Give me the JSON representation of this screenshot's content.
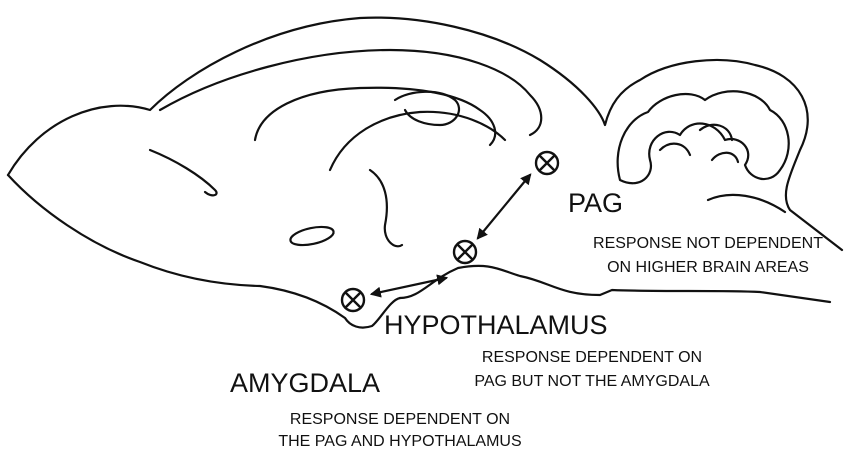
{
  "labels": {
    "pag": {
      "name": "PAG",
      "desc_line1": "RESPONSE NOT DEPENDENT",
      "desc_line2": "ON HIGHER BRAIN AREAS"
    },
    "hypothalamus": {
      "name": "HYPOTHALAMUS",
      "desc_line1": "RESPONSE DEPENDENT ON",
      "desc_line2": "PAG BUT NOT THE AMYGDALA"
    },
    "amygdala": {
      "name": "AMYGDALA",
      "desc_line1": "RESPONSE DEPENDENT ON",
      "desc_line2": "THE PAG AND HYPOTHALAMUS"
    }
  },
  "colors": {
    "ink": "#111111",
    "background": "#ffffff"
  },
  "markers": [
    "amygdala-site-marker",
    "hypothalamus-site-marker",
    "pag-site-marker"
  ]
}
